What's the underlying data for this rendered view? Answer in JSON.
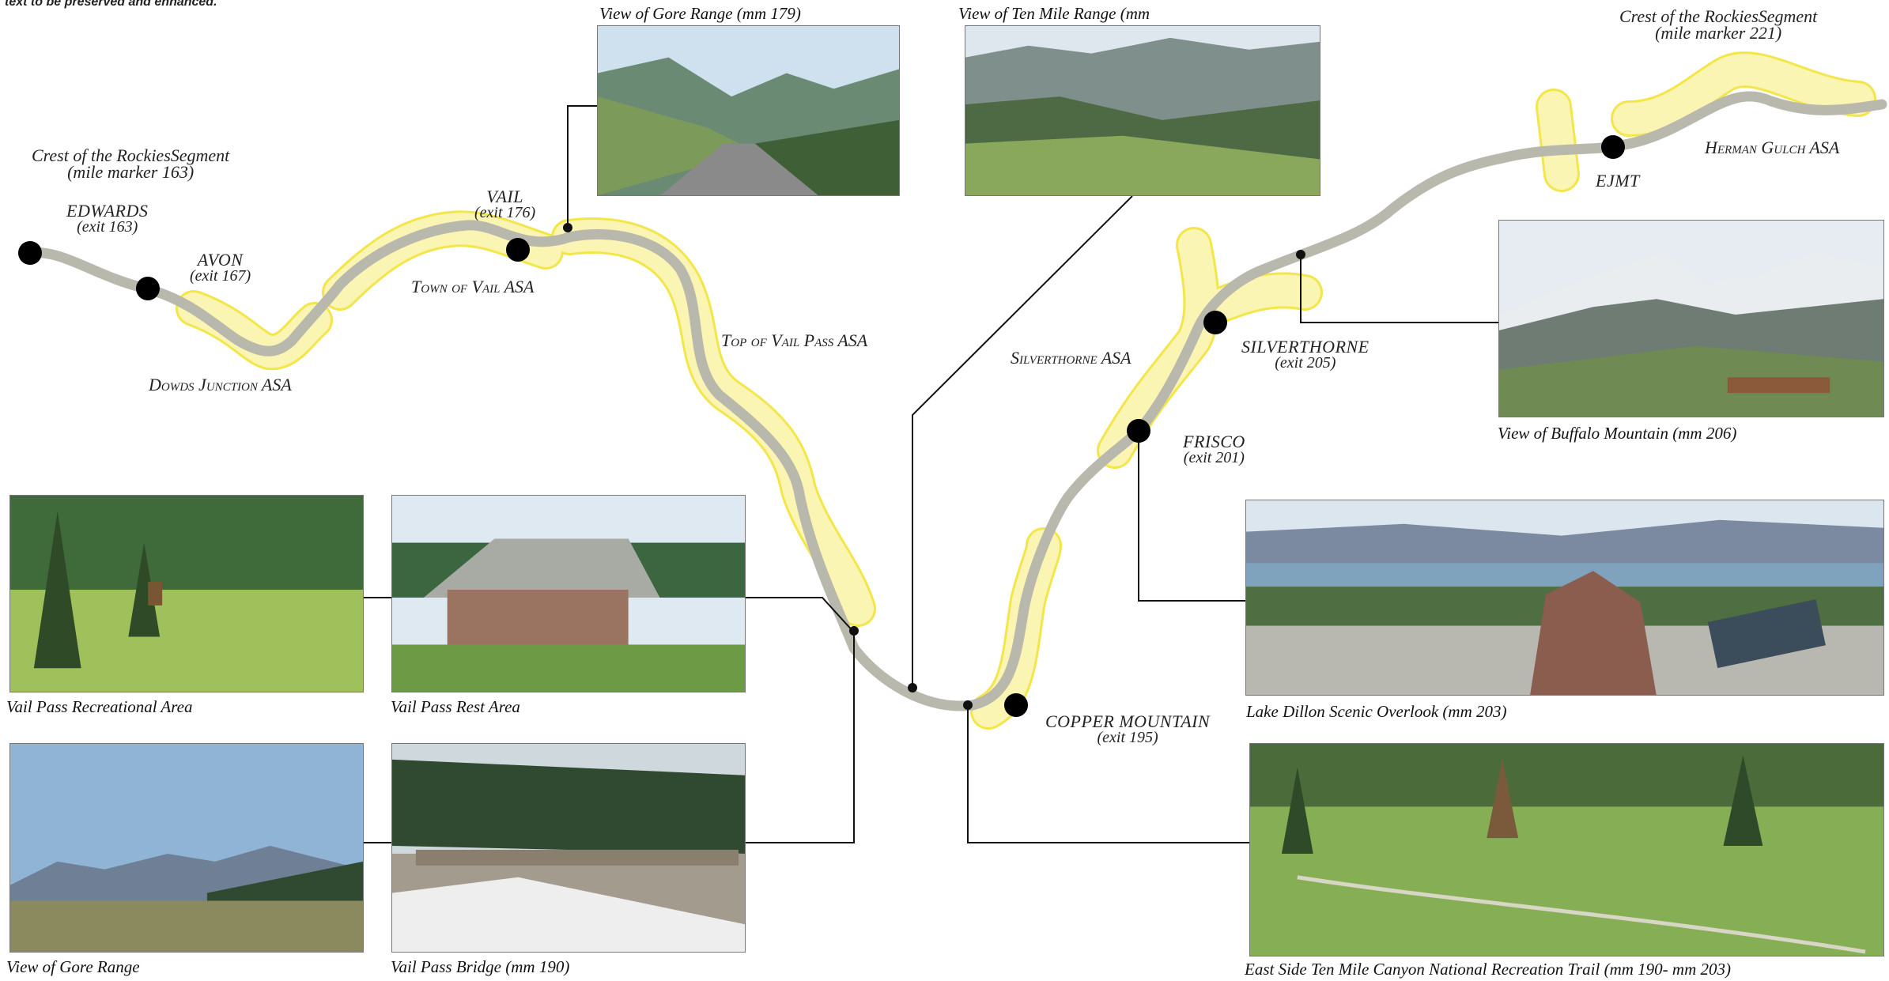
{
  "top_note": "text to be preserved and enhanced.",
  "segment_west": {
    "line1": "Crest of the RockiesSegment",
    "line2": "(mile marker 163)"
  },
  "segment_east": {
    "line1": "Crest of the RockiesSegment",
    "line2": "(mile marker 221)"
  },
  "towns": {
    "edwards": {
      "name": "EDWARDS",
      "exit": "(exit 163)"
    },
    "avon": {
      "name": "AVON",
      "exit": "(exit 167)"
    },
    "vail": {
      "name": "VAIL",
      "exit": "(exit 176)"
    },
    "copper": {
      "name": "COPPER MOUNTAIN",
      "exit": "(exit 195)"
    },
    "frisco": {
      "name": "FRISCO",
      "exit": "(exit 201)"
    },
    "silverthorne": {
      "name": "SILVERTHORNE",
      "exit": "(exit 205)"
    },
    "ejmt": {
      "name": "EJMT"
    }
  },
  "asa_labels": {
    "dowds": "Dowds Junction ASA",
    "town_vail": "Town of Vail ASA",
    "top_vail": "Top of Vail Pass ASA",
    "silverthorne": "Silverthorne ASA",
    "herman": "Herman Gulch ASA"
  },
  "photos": {
    "gore_range_179": "View of Gore Range (mm 179)",
    "ten_mile_range": "View of Ten Mile Range (mm",
    "buffalo_mountain": "View of Buffalo Mountain (mm 206)",
    "lake_dillon": "Lake Dillon Scenic Overlook (mm 203)",
    "ten_mile_trail": "East Side Ten Mile Canyon National Recreation Trail (mm 190- mm 203)",
    "vail_pass_rec": "Vail Pass Recreational Area",
    "vail_pass_rest": "Vail Pass Rest Area",
    "gore_range": "View of Gore Range",
    "vail_pass_bridge": "Vail Pass Bridge (mm 190)"
  },
  "colors": {
    "route": "#b9b8ac",
    "corridor_fill": "#fbf5b4",
    "corridor_stroke": "#f3e64a",
    "marker": "#000000",
    "leader": "#111111"
  }
}
